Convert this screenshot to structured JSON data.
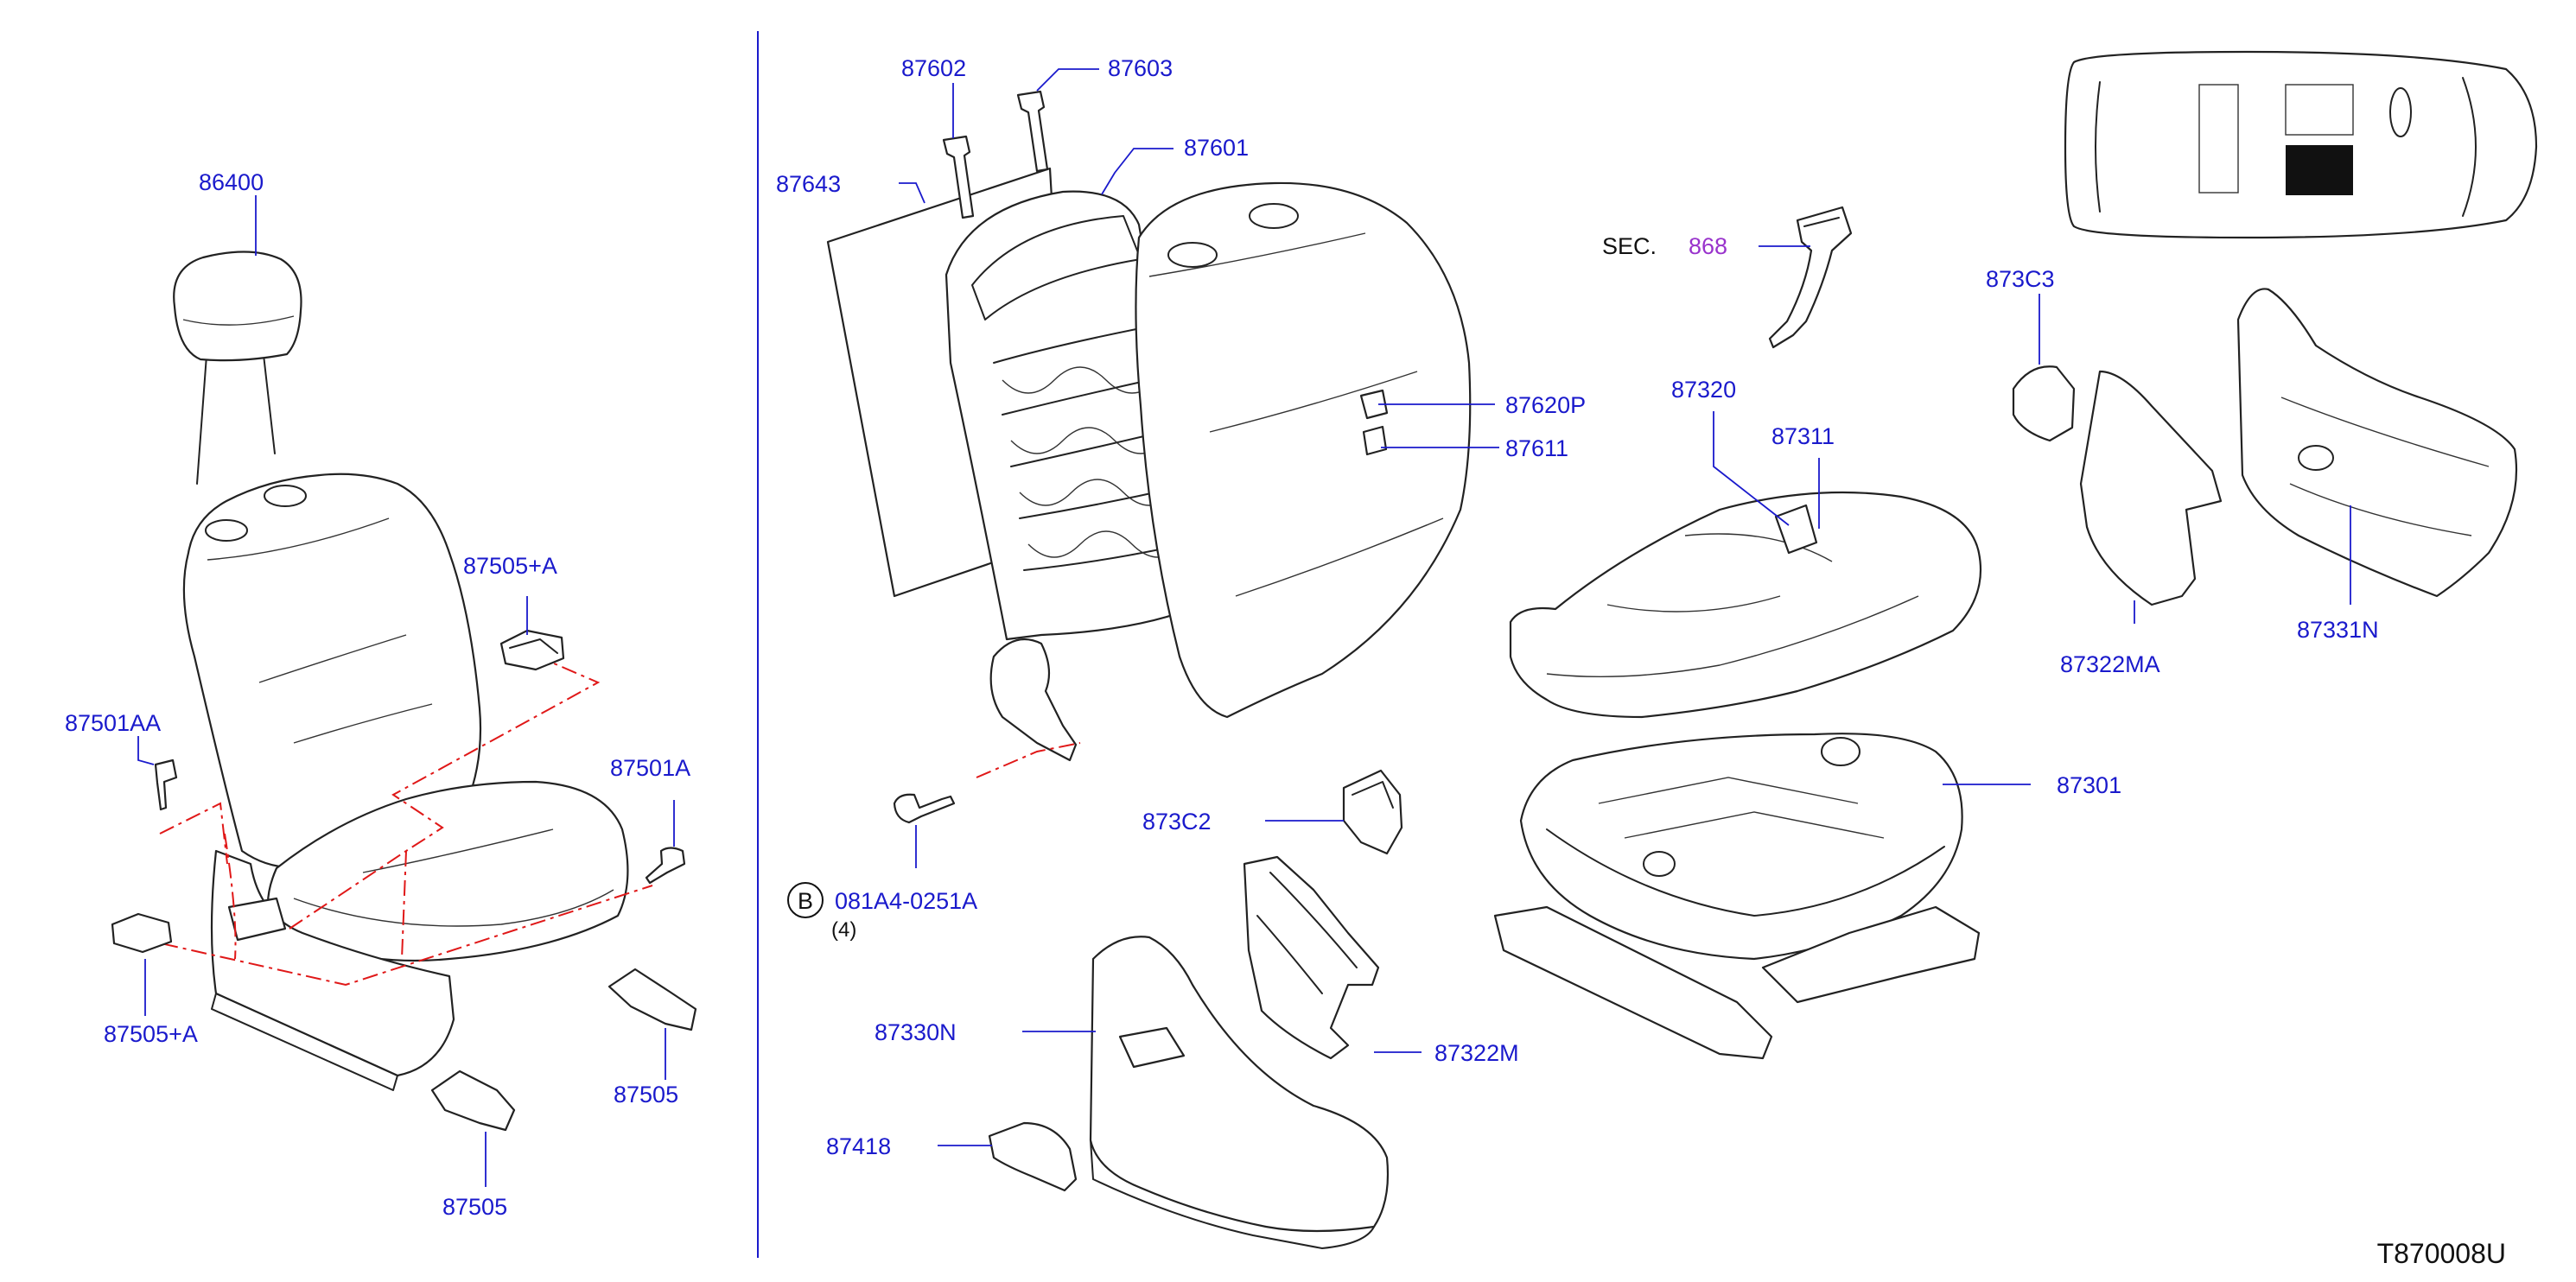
{
  "diagram_code": "T870008U",
  "section_ref": {
    "prefix": "SEC.",
    "number": "868"
  },
  "bolt_callout": {
    "symbol": "B",
    "part": "081A4-0251A",
    "qty": "(4)"
  },
  "parts": {
    "headrest": "86400",
    "clip_upper": "87505+A",
    "bolt_left": "87501AA",
    "bolt_right": "87501A",
    "clip_lower_left": "87505+A",
    "clip_front_right": "87505",
    "clip_front_bottom": "87505",
    "headrest_guide_a": "87602",
    "headrest_guide_b": "87603",
    "back_board": "87643",
    "back_frame": "87601",
    "back_trim_p": "87620P",
    "back_pad_clip": "87611",
    "cushion_trim": "87320",
    "cushion_clip": "87311",
    "cushion_frame": "87301",
    "cover_c3": "873C3",
    "cover_ma": "87322MA",
    "finisher_inner": "87331N",
    "cover_c2": "873C2",
    "finisher_outer": "87330N",
    "cover_m": "87322M",
    "knob": "87418"
  },
  "colors": {
    "part_number": "#1a1acc",
    "section_ref": "#9933cc",
    "phantom_line": "#e01818",
    "outline": "#222222"
  }
}
